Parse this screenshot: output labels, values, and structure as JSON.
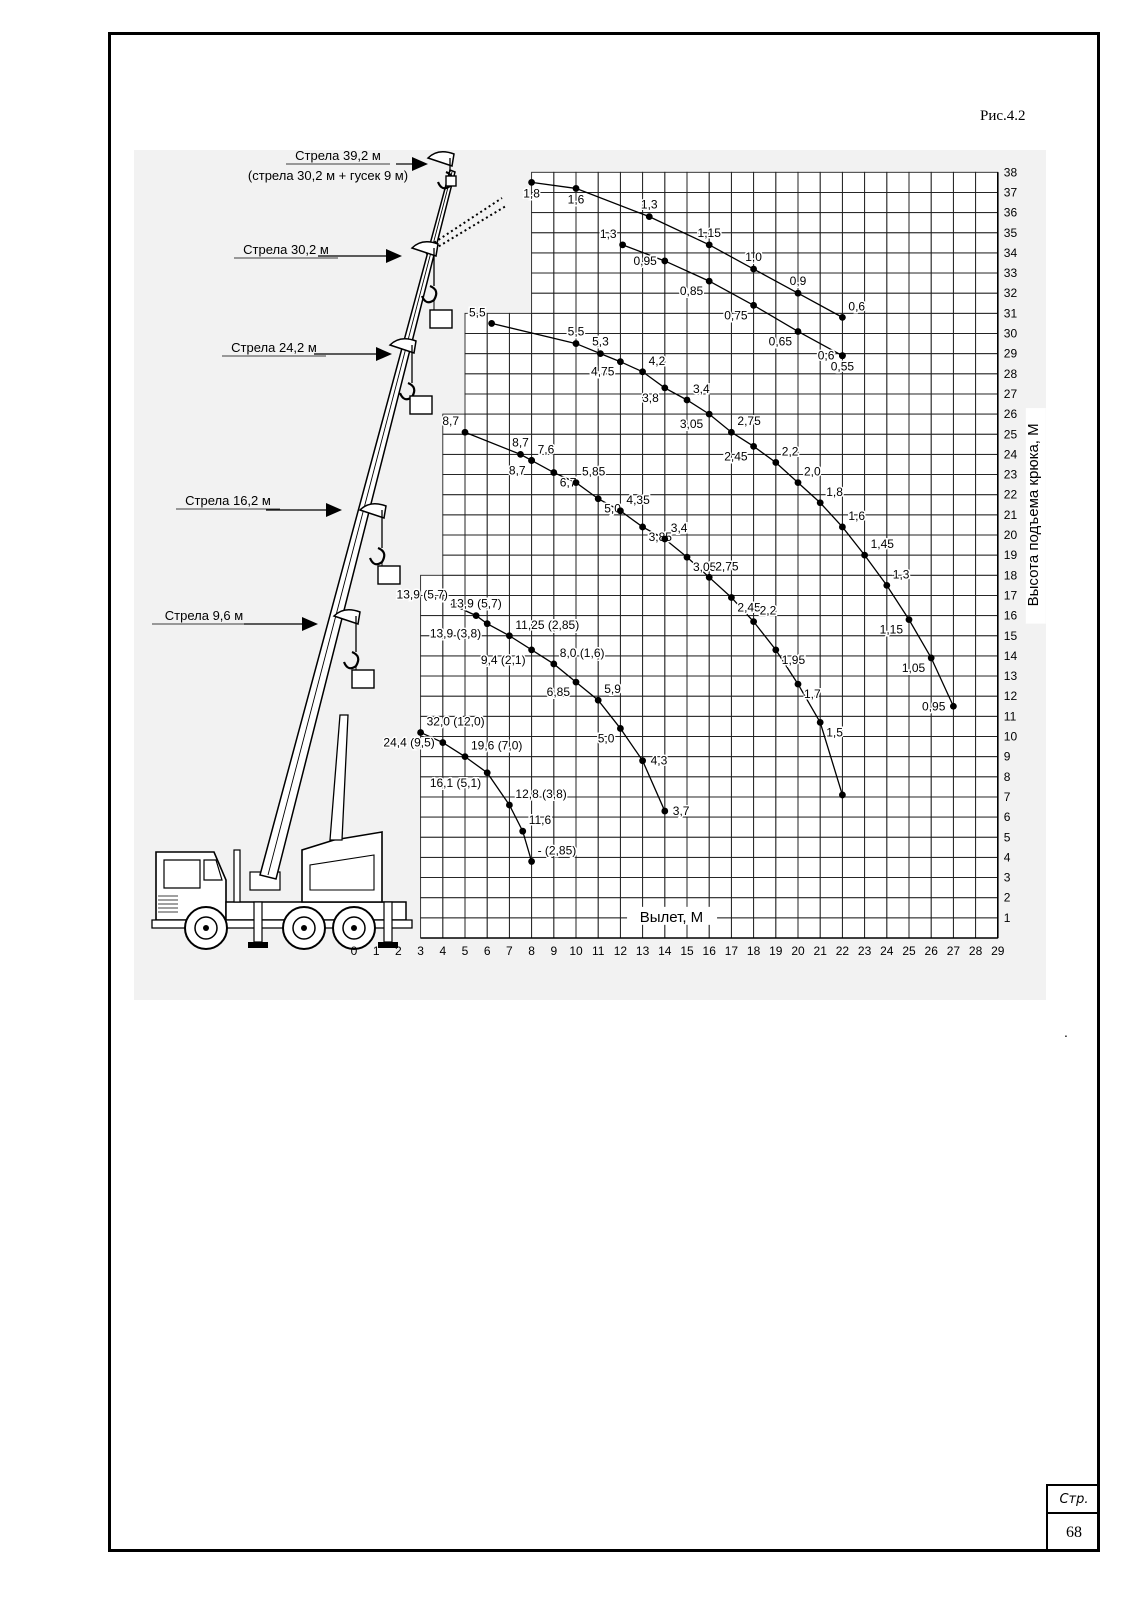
{
  "figure_label": "Рис.4.2",
  "page": {
    "label": "Стр.",
    "number": "68"
  },
  "trailing_mark": ".",
  "boom_labels": [
    {
      "text": "Стрела 39,2 м",
      "subtext": "(стрела 30,2 м + гусек 9 м)"
    },
    {
      "text": "Стрела 30,2 м"
    },
    {
      "text": "Стрела 24,2 м"
    },
    {
      "text": "Стрела 16,2 м"
    },
    {
      "text": "Стрела 9,6 м"
    }
  ],
  "chart_data": {
    "type": "line",
    "title": "",
    "xlabel": "Вылет, М",
    "ylabel": "Высота подъема крюка, М",
    "xlim": [
      0,
      29
    ],
    "ylim": [
      0,
      38
    ],
    "grid": true,
    "x_ticks": [
      0,
      1,
      2,
      3,
      4,
      5,
      6,
      7,
      8,
      9,
      10,
      11,
      12,
      13,
      14,
      15,
      16,
      17,
      18,
      19,
      20,
      21,
      22,
      23,
      24,
      25,
      26,
      27,
      28,
      29
    ],
    "y_ticks": [
      1,
      2,
      3,
      4,
      5,
      6,
      7,
      8,
      9,
      10,
      11,
      12,
      13,
      14,
      15,
      16,
      17,
      18,
      19,
      20,
      21,
      22,
      23,
      24,
      25,
      26,
      27,
      28,
      29,
      30,
      31,
      32,
      33,
      34,
      35,
      36,
      37,
      38
    ],
    "series": [
      {
        "points": [
          {
            "x": 8,
            "y": 37.5,
            "label": "1,8",
            "pos": "below"
          },
          {
            "x": 10,
            "y": 37.2,
            "label": "1,6",
            "pos": "below"
          },
          {
            "x": 13.3,
            "y": 35.8,
            "label": "1,3",
            "pos": "above"
          },
          {
            "x": 16,
            "y": 34.4,
            "label": "1,15",
            "pos": "above"
          },
          {
            "x": 18,
            "y": 33.2,
            "label": "1,0",
            "pos": "above"
          },
          {
            "x": 20,
            "y": 32,
            "label": "0,9",
            "pos": "above"
          },
          {
            "x": 22,
            "y": 30.8,
            "label": "0,6",
            "pos": "above-right"
          }
        ]
      },
      {
        "points": [
          {
            "x": 12.1,
            "y": 34.4,
            "label": "1,3",
            "pos": "above-left"
          },
          {
            "x": 14,
            "y": 33.6,
            "label": "0,95",
            "pos": "left"
          },
          {
            "x": 16,
            "y": 32.6,
            "label": "0,85",
            "pos": "below-left"
          },
          {
            "x": 18,
            "y": 31.4,
            "label": "0,75",
            "pos": "below-left"
          },
          {
            "x": 20,
            "y": 30.1,
            "label": "0,65",
            "pos": "below-left"
          },
          {
            "x": 22,
            "y": 28.9,
            "label": "0,6",
            "pos": "left"
          },
          {
            "x": 22,
            "y": 28.9,
            "label": "0,55",
            "pos": "below"
          }
        ]
      },
      {
        "points": [
          {
            "x": 6.2,
            "y": 30.5,
            "label": "5,5",
            "pos": "above-left"
          },
          {
            "x": 10,
            "y": 29.5,
            "label": "5,5",
            "pos": "above"
          },
          {
            "x": 11.1,
            "y": 29,
            "label": "5,3",
            "pos": "above"
          },
          {
            "x": 12,
            "y": 28.6,
            "label": "4,75",
            "pos": "below-left"
          },
          {
            "x": 13,
            "y": 28.1,
            "label": "4,2",
            "pos": "above-right"
          },
          {
            "x": 14,
            "y": 27.3,
            "label": "3,8",
            "pos": "below-left"
          },
          {
            "x": 15,
            "y": 26.7,
            "label": "3,4",
            "pos": "above-right"
          },
          {
            "x": 16,
            "y": 26,
            "label": "3,05",
            "pos": "below-left"
          },
          {
            "x": 17,
            "y": 25.1,
            "label": "2,75",
            "pos": "above-right"
          },
          {
            "x": 18,
            "y": 24.4,
            "label": "2,45",
            "pos": "below-left"
          },
          {
            "x": 19,
            "y": 23.6,
            "label": "2,2",
            "pos": "above-right"
          },
          {
            "x": 20,
            "y": 22.6,
            "label": "2,0",
            "pos": "above-right"
          },
          {
            "x": 21,
            "y": 21.6,
            "label": "1,8",
            "pos": "above-right"
          },
          {
            "x": 22,
            "y": 20.4,
            "label": "1,6",
            "pos": "above-right"
          },
          {
            "x": 23,
            "y": 19,
            "label": "1,45",
            "pos": "above-right"
          },
          {
            "x": 24,
            "y": 17.5,
            "label": "1,3",
            "pos": "above-right"
          },
          {
            "x": 25,
            "y": 15.8,
            "label": "1,15",
            "pos": "below-left"
          },
          {
            "x": 26,
            "y": 13.9,
            "label": "1,05",
            "pos": "below-left"
          },
          {
            "x": 27,
            "y": 11.5,
            "label": "0,95",
            "pos": "left"
          }
        ]
      },
      {
        "points": [
          {
            "x": 5,
            "y": 25.1,
            "label": "8,7",
            "pos": "above-left"
          },
          {
            "x": 7.5,
            "y": 24,
            "label": "8,7",
            "pos": "above"
          },
          {
            "x": 8,
            "y": 23.7,
            "label": "7,6",
            "pos": "above-right"
          },
          {
            "x": 8,
            "y": 23.7,
            "label": "8,7",
            "pos": "below-left"
          },
          {
            "x": 9,
            "y": 23.1,
            "label": "6,7",
            "pos": "below-right"
          },
          {
            "x": 10,
            "y": 22.6,
            "label": "5,85",
            "pos": "above-right"
          },
          {
            "x": 11,
            "y": 21.8,
            "label": "5,0",
            "pos": "below-right"
          },
          {
            "x": 12,
            "y": 21.2,
            "label": "4,35",
            "pos": "above-right"
          },
          {
            "x": 13,
            "y": 20.4,
            "label": "3,85",
            "pos": "below-right"
          },
          {
            "x": 14,
            "y": 19.8,
            "label": "3,4",
            "pos": "above-right"
          },
          {
            "x": 15,
            "y": 18.9,
            "label": "3,05",
            "pos": "below-right"
          },
          {
            "x": 16,
            "y": 17.9,
            "label": "2,75",
            "pos": "above-right"
          },
          {
            "x": 17,
            "y": 16.9,
            "label": "2,45",
            "pos": "below-right"
          },
          {
            "x": 18,
            "y": 15.7,
            "label": "2,2",
            "pos": "above-right"
          },
          {
            "x": 19,
            "y": 14.3,
            "label": "1,95",
            "pos": "below-right"
          },
          {
            "x": 20,
            "y": 12.6,
            "label": "1,7",
            "pos": "below-right"
          },
          {
            "x": 21,
            "y": 10.7,
            "label": "1,5",
            "pos": "below-right"
          },
          {
            "x": 22,
            "y": 7.1,
            "label": "",
            "pos": "none"
          }
        ]
      },
      {
        "points": [
          {
            "x": 4.5,
            "y": 16.5,
            "label": "13,9 (5,7)",
            "pos": "above-left"
          },
          {
            "x": 5.5,
            "y": 16,
            "label": "13,9 (5,7)",
            "pos": "above"
          },
          {
            "x": 6,
            "y": 15.6,
            "label": "13,9 (3,8)",
            "pos": "below-left"
          },
          {
            "x": 7,
            "y": 15,
            "label": "11,25 (2,85)",
            "pos": "above-right"
          },
          {
            "x": 8,
            "y": 14.3,
            "label": "9,4 (2,1)",
            "pos": "below-left"
          },
          {
            "x": 9,
            "y": 13.6,
            "label": "8,0 (1,6)",
            "pos": "above-right"
          },
          {
            "x": 10,
            "y": 12.7,
            "label": "6,85",
            "pos": "below-left"
          },
          {
            "x": 11,
            "y": 11.8,
            "label": "5,9",
            "pos": "above-right"
          },
          {
            "x": 12,
            "y": 10.4,
            "label": "5,0",
            "pos": "below-left"
          },
          {
            "x": 13,
            "y": 8.8,
            "label": "4,3",
            "pos": "right"
          },
          {
            "x": 14,
            "y": 6.3,
            "label": "3,7",
            "pos": "right"
          }
        ]
      },
      {
        "points": [
          {
            "x": 3,
            "y": 10.2,
            "label": "32,0 (12,0)",
            "pos": "above-right"
          },
          {
            "x": 4,
            "y": 9.7,
            "label": "24,4 (9,5)",
            "pos": "left"
          },
          {
            "x": 5,
            "y": 9,
            "label": "19,6 (7,0)",
            "pos": "above-right"
          },
          {
            "x": 6,
            "y": 8.2,
            "label": "16,1 (5,1)",
            "pos": "below-left"
          },
          {
            "x": 7,
            "y": 6.6,
            "label": "12,8 (3,8)",
            "pos": "above-right"
          },
          {
            "x": 7.6,
            "y": 5.3,
            "label": "11,6",
            "pos": "above-right"
          },
          {
            "x": 8,
            "y": 3.8,
            "label": "- (2,85)",
            "pos": "above-right"
          }
        ]
      }
    ]
  }
}
